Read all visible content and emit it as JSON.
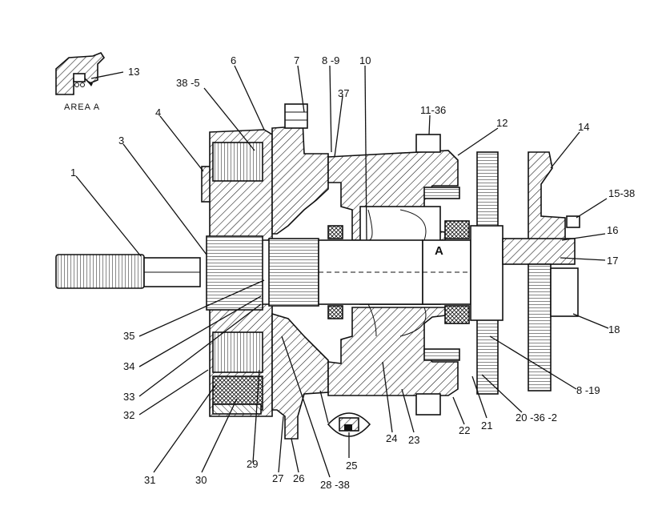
{
  "detail": {
    "caption": "AREA A",
    "callout": "A"
  },
  "callouts": [
    {
      "id": "c13",
      "text": "13"
    },
    {
      "id": "c38-5",
      "text": "38 -5"
    },
    {
      "id": "c6",
      "text": "6"
    },
    {
      "id": "c7",
      "text": "7"
    },
    {
      "id": "c8-9",
      "text": "8 -9"
    },
    {
      "id": "c10",
      "text": "10"
    },
    {
      "id": "c37",
      "text": "37"
    },
    {
      "id": "c11-36",
      "text": "11-36"
    },
    {
      "id": "c12",
      "text": "12"
    },
    {
      "id": "c14",
      "text": "14"
    },
    {
      "id": "c4",
      "text": "4"
    },
    {
      "id": "c3",
      "text": "3"
    },
    {
      "id": "c1",
      "text": "1"
    },
    {
      "id": "c15-38",
      "text": "15-38"
    },
    {
      "id": "c16",
      "text": "16"
    },
    {
      "id": "c17",
      "text": "17"
    },
    {
      "id": "c18",
      "text": "18"
    },
    {
      "id": "c35",
      "text": "35"
    },
    {
      "id": "c34",
      "text": "34"
    },
    {
      "id": "c33",
      "text": "33"
    },
    {
      "id": "c32",
      "text": "32"
    },
    {
      "id": "c31",
      "text": "31"
    },
    {
      "id": "c30",
      "text": "30"
    },
    {
      "id": "c29",
      "text": "29"
    },
    {
      "id": "c27",
      "text": "27"
    },
    {
      "id": "c26",
      "text": "26"
    },
    {
      "id": "c28-38",
      "text": "28 -38"
    },
    {
      "id": "c25",
      "text": "25"
    },
    {
      "id": "c24",
      "text": "24"
    },
    {
      "id": "c23",
      "text": "23"
    },
    {
      "id": "c22",
      "text": "22"
    },
    {
      "id": "c21",
      "text": "21"
    },
    {
      "id": "c20-36-2",
      "text": "20 -36 -2"
    },
    {
      "id": "c8-19",
      "text": "8 -19"
    }
  ]
}
